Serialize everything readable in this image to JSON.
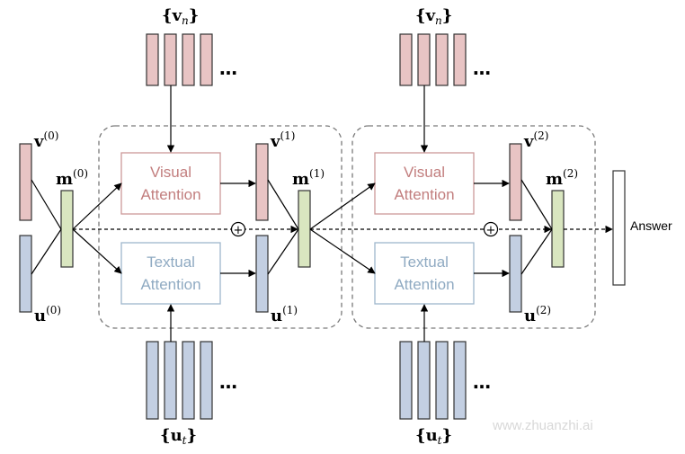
{
  "colors": {
    "visual_fill": "#e8c4c4",
    "visual_text": "#c27e7e",
    "textual_fill": "#c3cfe2",
    "textual_text": "#8faac2",
    "memory_fill": "#d9e6c0",
    "box_stroke": "#333333",
    "hop_border": "#7a7a7a"
  },
  "labels": {
    "v_set": "{v",
    "v_set_sub": "n",
    "u_set": "{u",
    "u_set_sub": "t",
    "close_brace": "}",
    "v": "v",
    "u": "u",
    "m": "m",
    "sup0": "(0)",
    "sup1": "(1)",
    "sup2": "(2)",
    "dots": "…",
    "plus": "+"
  },
  "hops": [
    {
      "visual": [
        "Visual",
        "Attention"
      ],
      "textual": [
        "Textual",
        "Attention"
      ]
    },
    {
      "visual": [
        "Visual",
        "Attention"
      ],
      "textual": [
        "Textual",
        "Attention"
      ]
    }
  ],
  "answer": "Answer",
  "watermark": "www.zhuanzhi.ai"
}
